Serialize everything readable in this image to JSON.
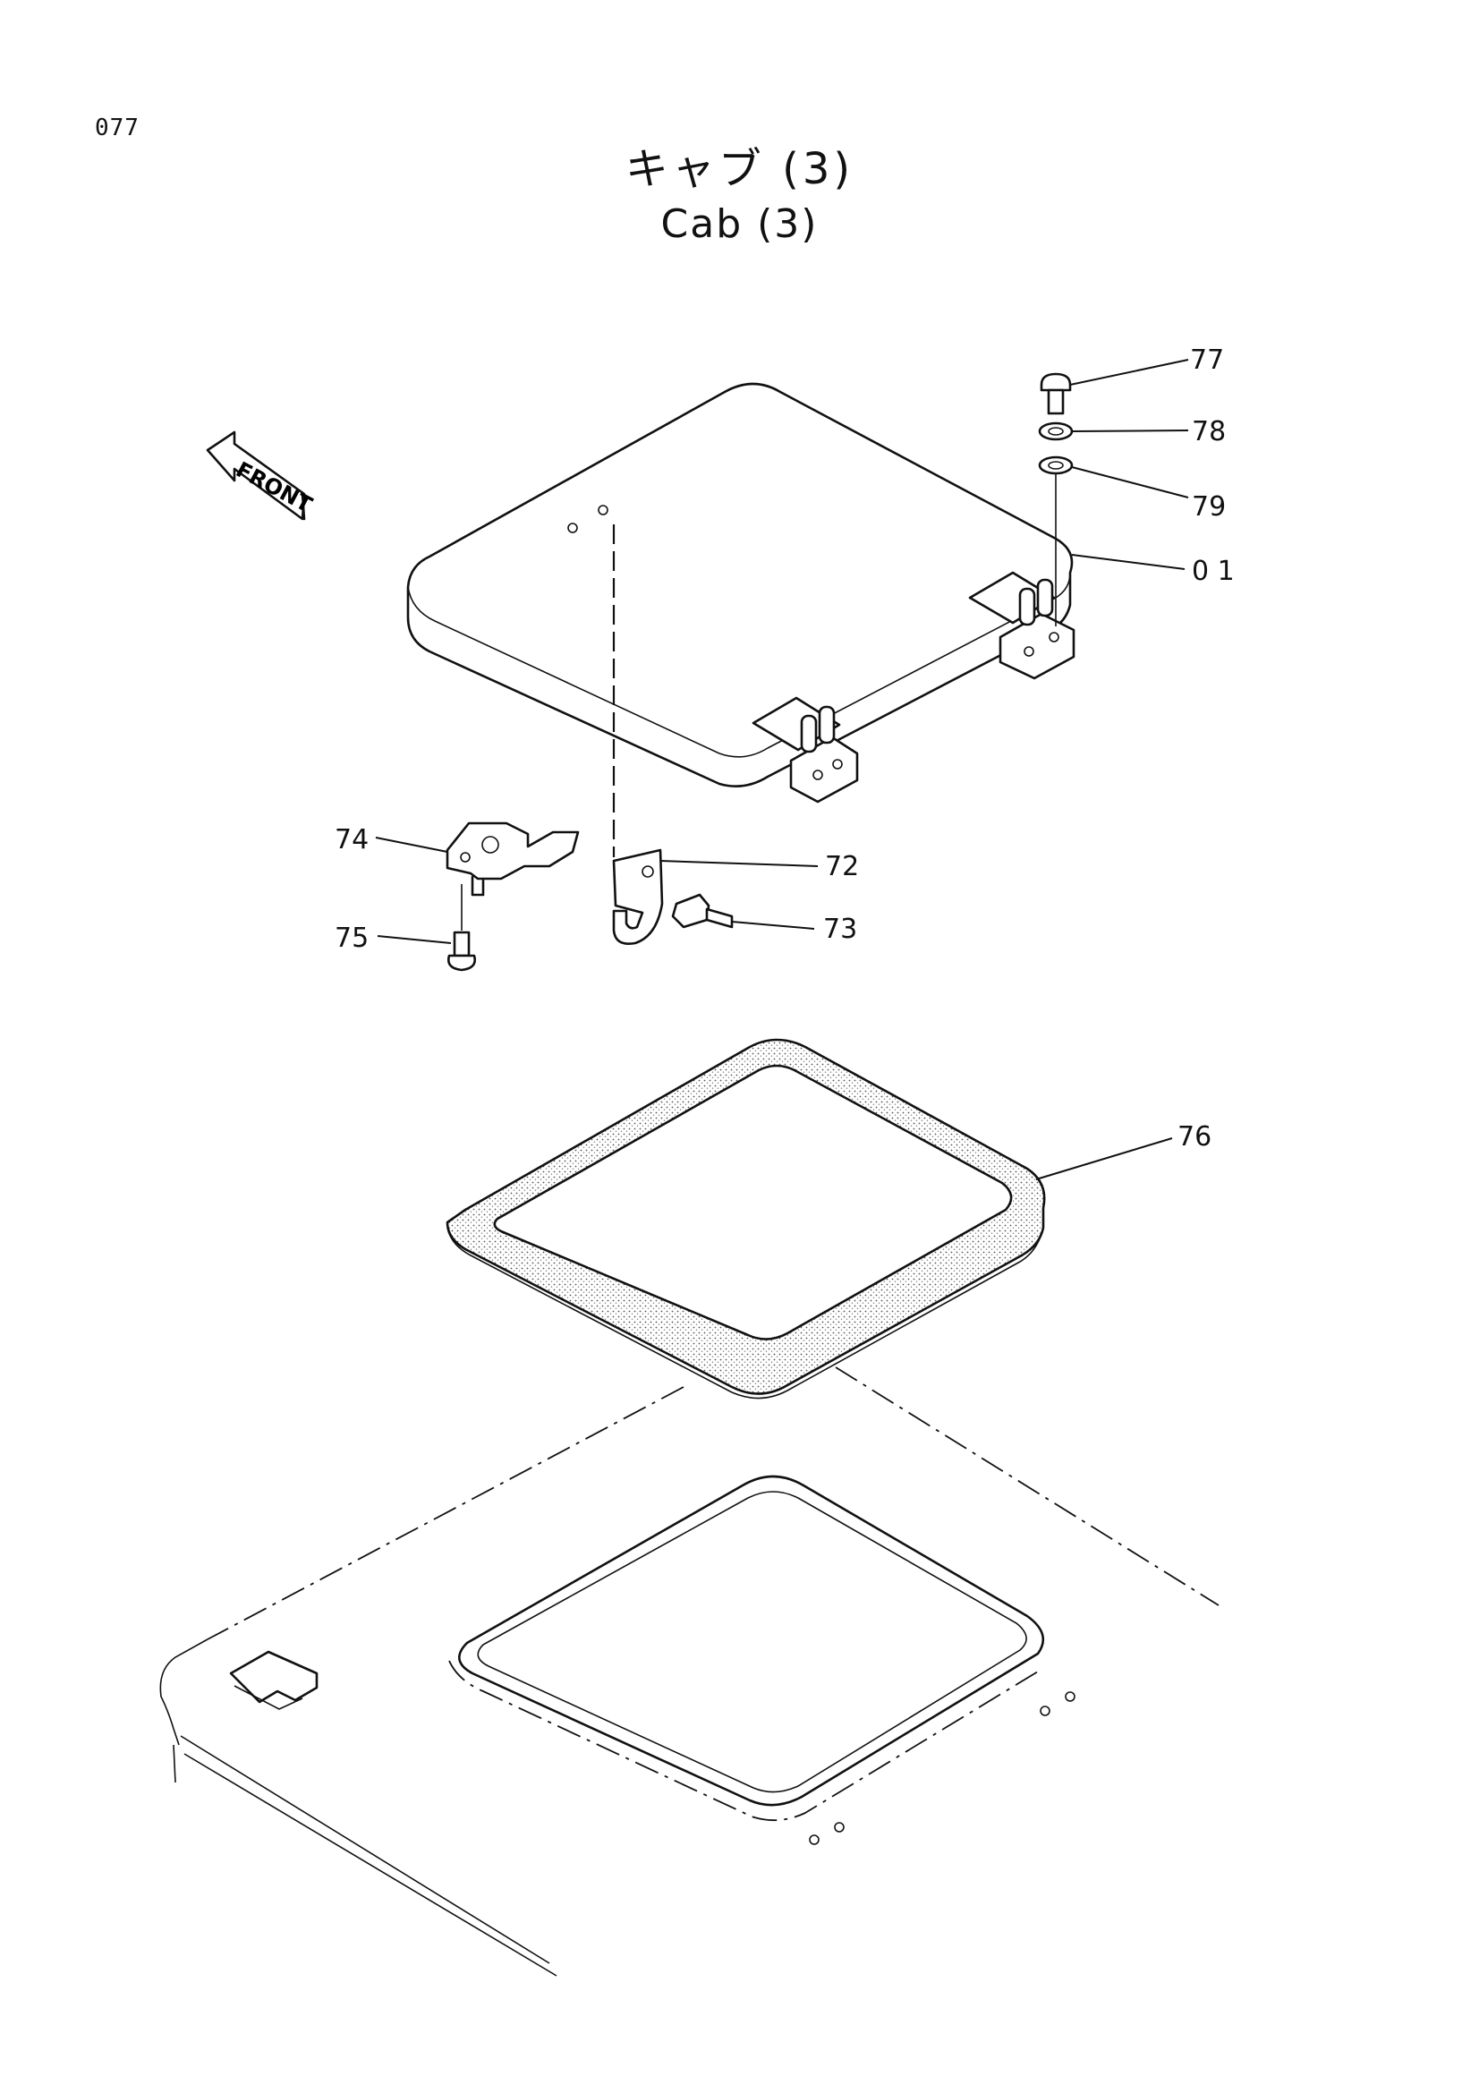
{
  "page": {
    "number": "077"
  },
  "title": {
    "jp": "キャブ (3)",
    "en": "Cab (3)"
  },
  "direction": {
    "label": "FRONT"
  },
  "callouts": {
    "c77": "77",
    "c78": "78",
    "c79": "79",
    "c01": "0 1",
    "c72": "72",
    "c73": "73",
    "c74": "74",
    "c75": "75",
    "c76": "76"
  }
}
